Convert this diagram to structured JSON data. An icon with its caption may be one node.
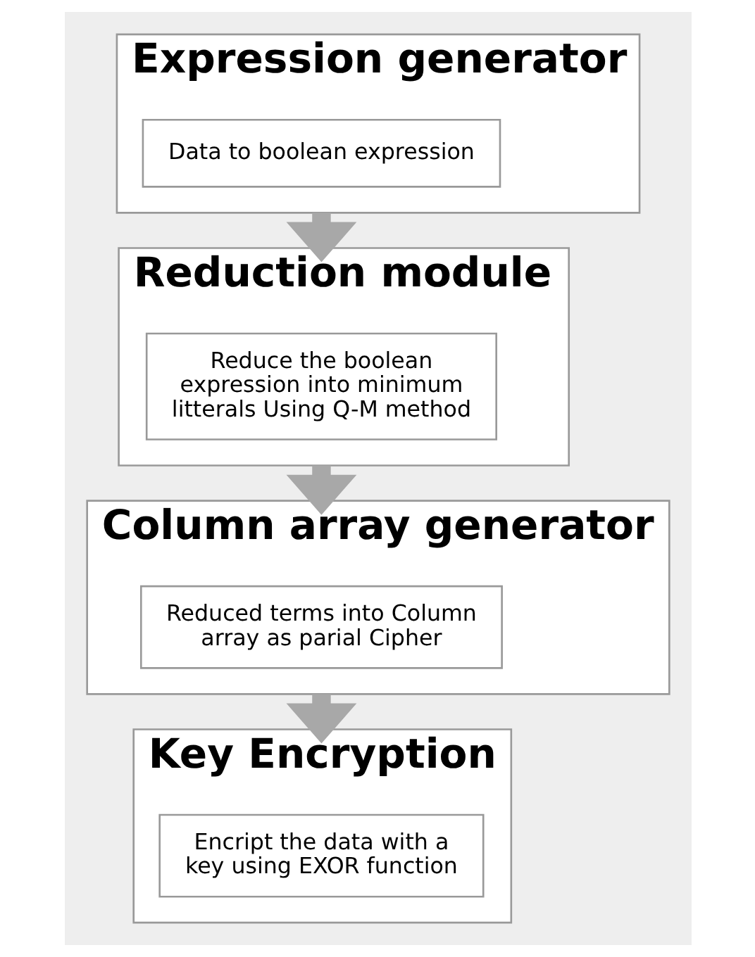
{
  "diagram": {
    "nodes": [
      {
        "text": [
          "Expression generator"
        ]
      },
      {
        "text": [
          "Data to boolean expression"
        ],
        "in": 0
      },
      {
        "text": [
          "Reduction module"
        ]
      },
      {
        "text": [
          "Reduce the boolean expression into minimum litterals Using Q-M method"
        ],
        "in": 2
      },
      {
        "text": [
          "Column array generator"
        ]
      },
      {
        "text": [
          "Reduced terms into Column array as parial Cipher"
        ],
        "in": 4
      },
      {
        "text": [
          "Key Encryption"
        ]
      },
      {
        "text": [
          "Encript the data with a key using EXOR function"
        ],
        "in": 6
      }
    ],
    "edges": [
      {
        "from": 0,
        "to": 2,
        "arrow": "to"
      },
      {
        "from": 2,
        "to": 4,
        "arrow": "to"
      },
      {
        "from": 4,
        "to": 6,
        "arrow": "to"
      }
    ]
  }
}
